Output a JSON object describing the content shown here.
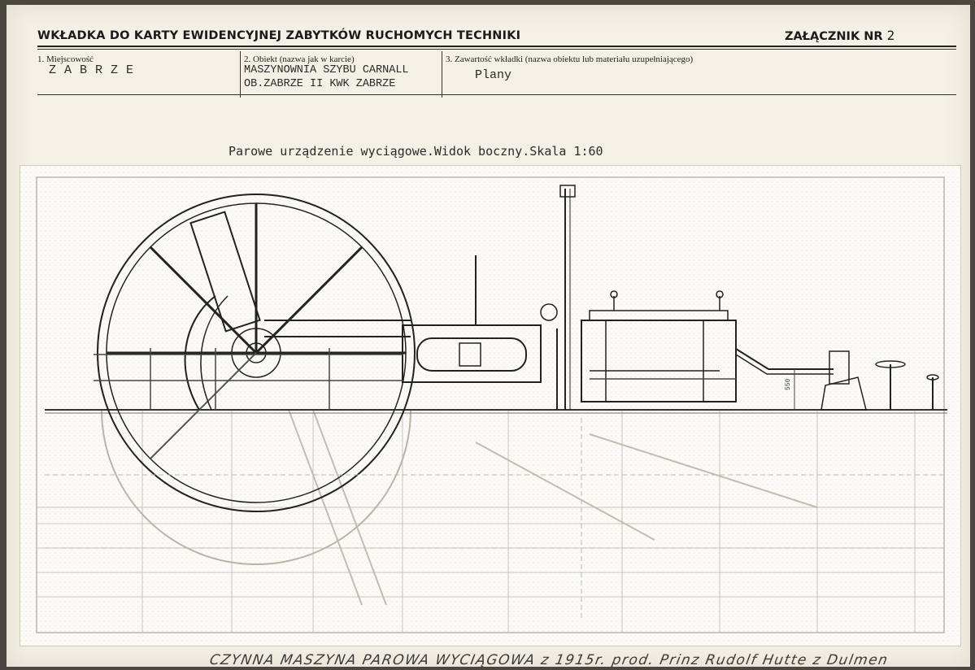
{
  "header": {
    "title": "WKŁADKA DO KARTY EWIDENCYJNEJ ZABYTKÓW RUCHOMYCH TECHNIKI",
    "annex_label": "ZAŁĄCZNIK NR",
    "annex_number": "2"
  },
  "fields": {
    "location": {
      "label": "1. Miejscowość",
      "value": "ZABRZE"
    },
    "object": {
      "label": "2. Obiekt (nazwa jak w karcie)",
      "line1": "MASZYNOWNIA SZYBU CARNALL",
      "line2": "OB.ZABRZE II KWK ZABRZE"
    },
    "contents": {
      "label": "3. Zawartość wkładki (nazwa obiektu lub materiału uzupełniającego)",
      "value": "Plany"
    }
  },
  "drawing": {
    "caption": "Parowe urządzenie wyciągowe.Widok boczny.Skala 1:60",
    "dimension_label": "550"
  },
  "handwritten_note": "CZYNNA MASZYNA PAROWA WYCIĄGOWA z 1915r. prod. Prinz Rudolf Hutte z Dulmen"
}
